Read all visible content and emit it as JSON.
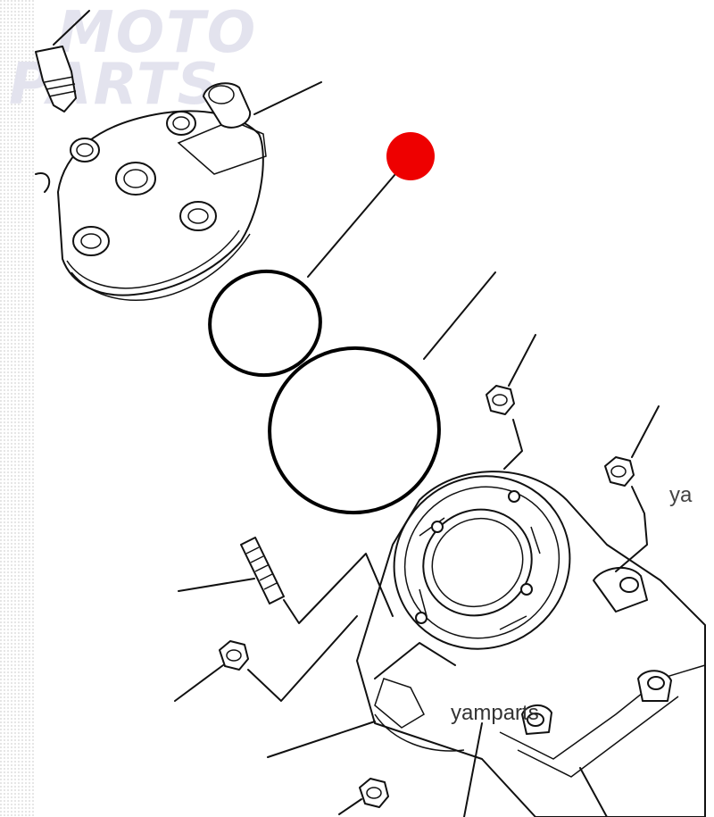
{
  "watermark": {
    "line1": "MOTO",
    "line2": "PARTS",
    "mid_text": "yamparts",
    "edge_text": "ya"
  },
  "colors": {
    "highlight": "#ee0000",
    "line": "#111111",
    "oring": "#000000",
    "watermark": "#e3e3ee"
  }
}
